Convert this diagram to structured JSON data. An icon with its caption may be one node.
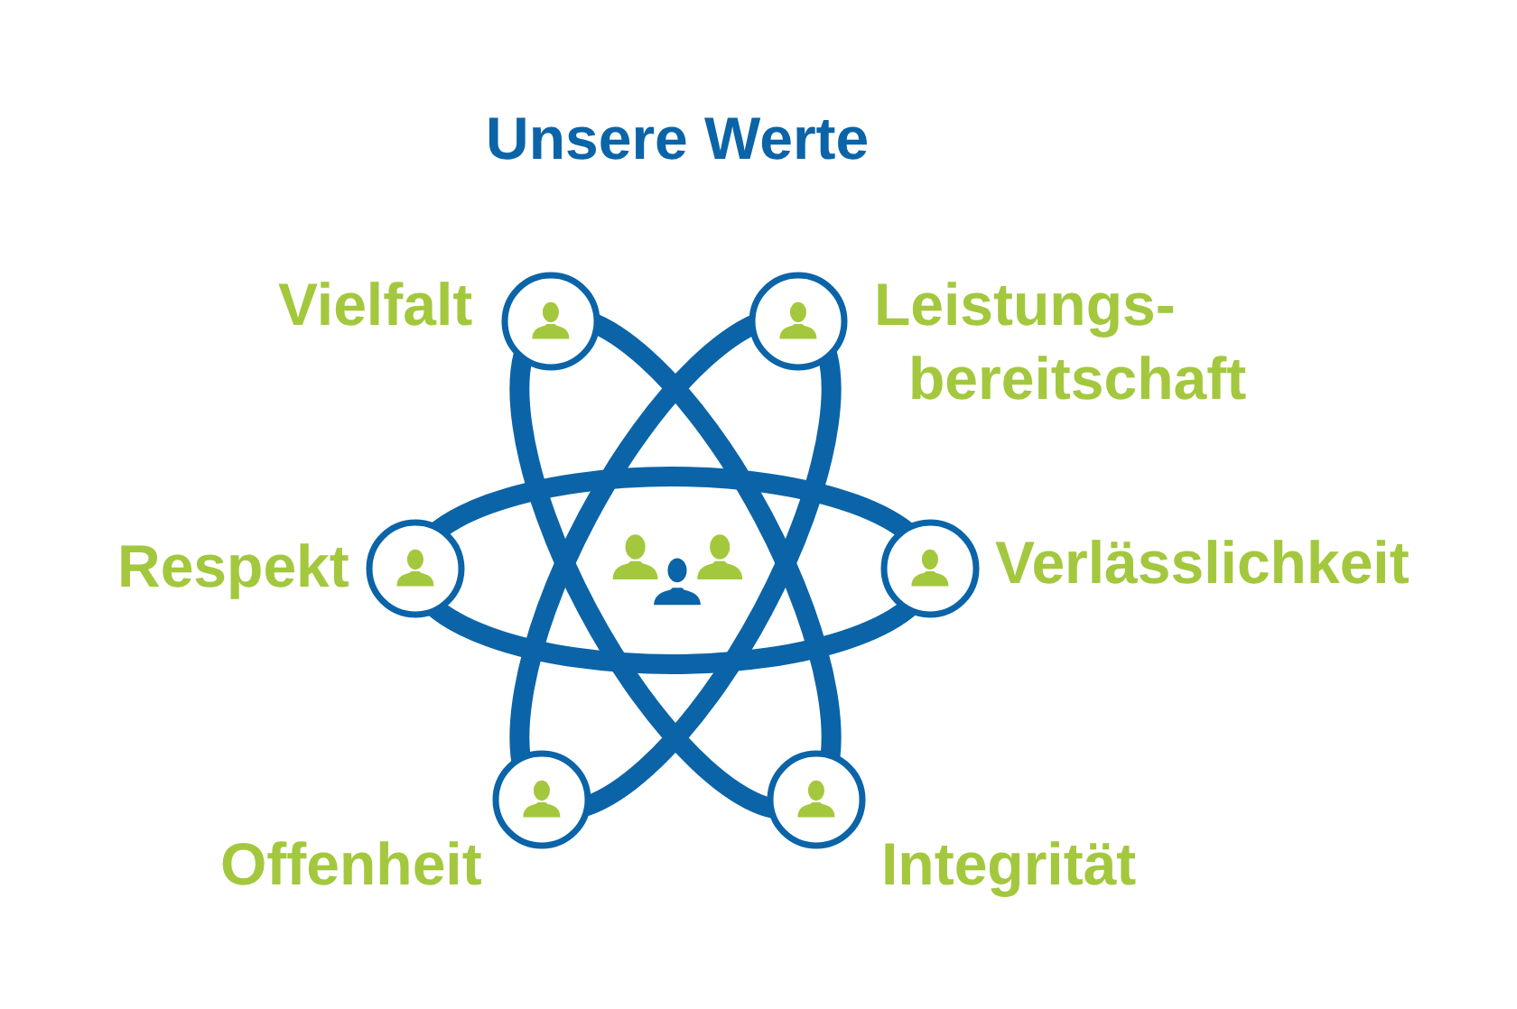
{
  "diagram": {
    "title": "Unsere Werte",
    "nodes": [
      {
        "text": [],
        "shape": "circle",
        "beside": [
          "Vielfalt"
        ]
      },
      {
        "text": [],
        "shape": "circle",
        "beside": [
          "Leistungs- bereitschaft"
        ]
      },
      {
        "text": [],
        "shape": "circle",
        "beside": [
          "Respekt"
        ]
      },
      {
        "text": [],
        "shape": "circle",
        "beside": [
          "Verlässlichkeit"
        ]
      },
      {
        "text": [],
        "shape": "circle",
        "beside": [
          "Offenheit"
        ]
      },
      {
        "text": [],
        "shape": "circle",
        "beside": [
          "Integrität"
        ]
      }
    ]
  }
}
